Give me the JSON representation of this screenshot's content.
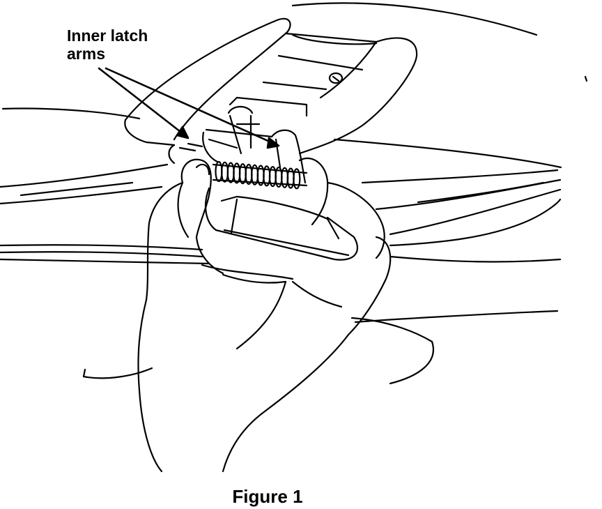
{
  "callout": {
    "line1": "Inner latch",
    "line2": "arms"
  },
  "caption": "Figure 1",
  "colors": {
    "ink": "#000000",
    "paper": "#ffffff"
  }
}
